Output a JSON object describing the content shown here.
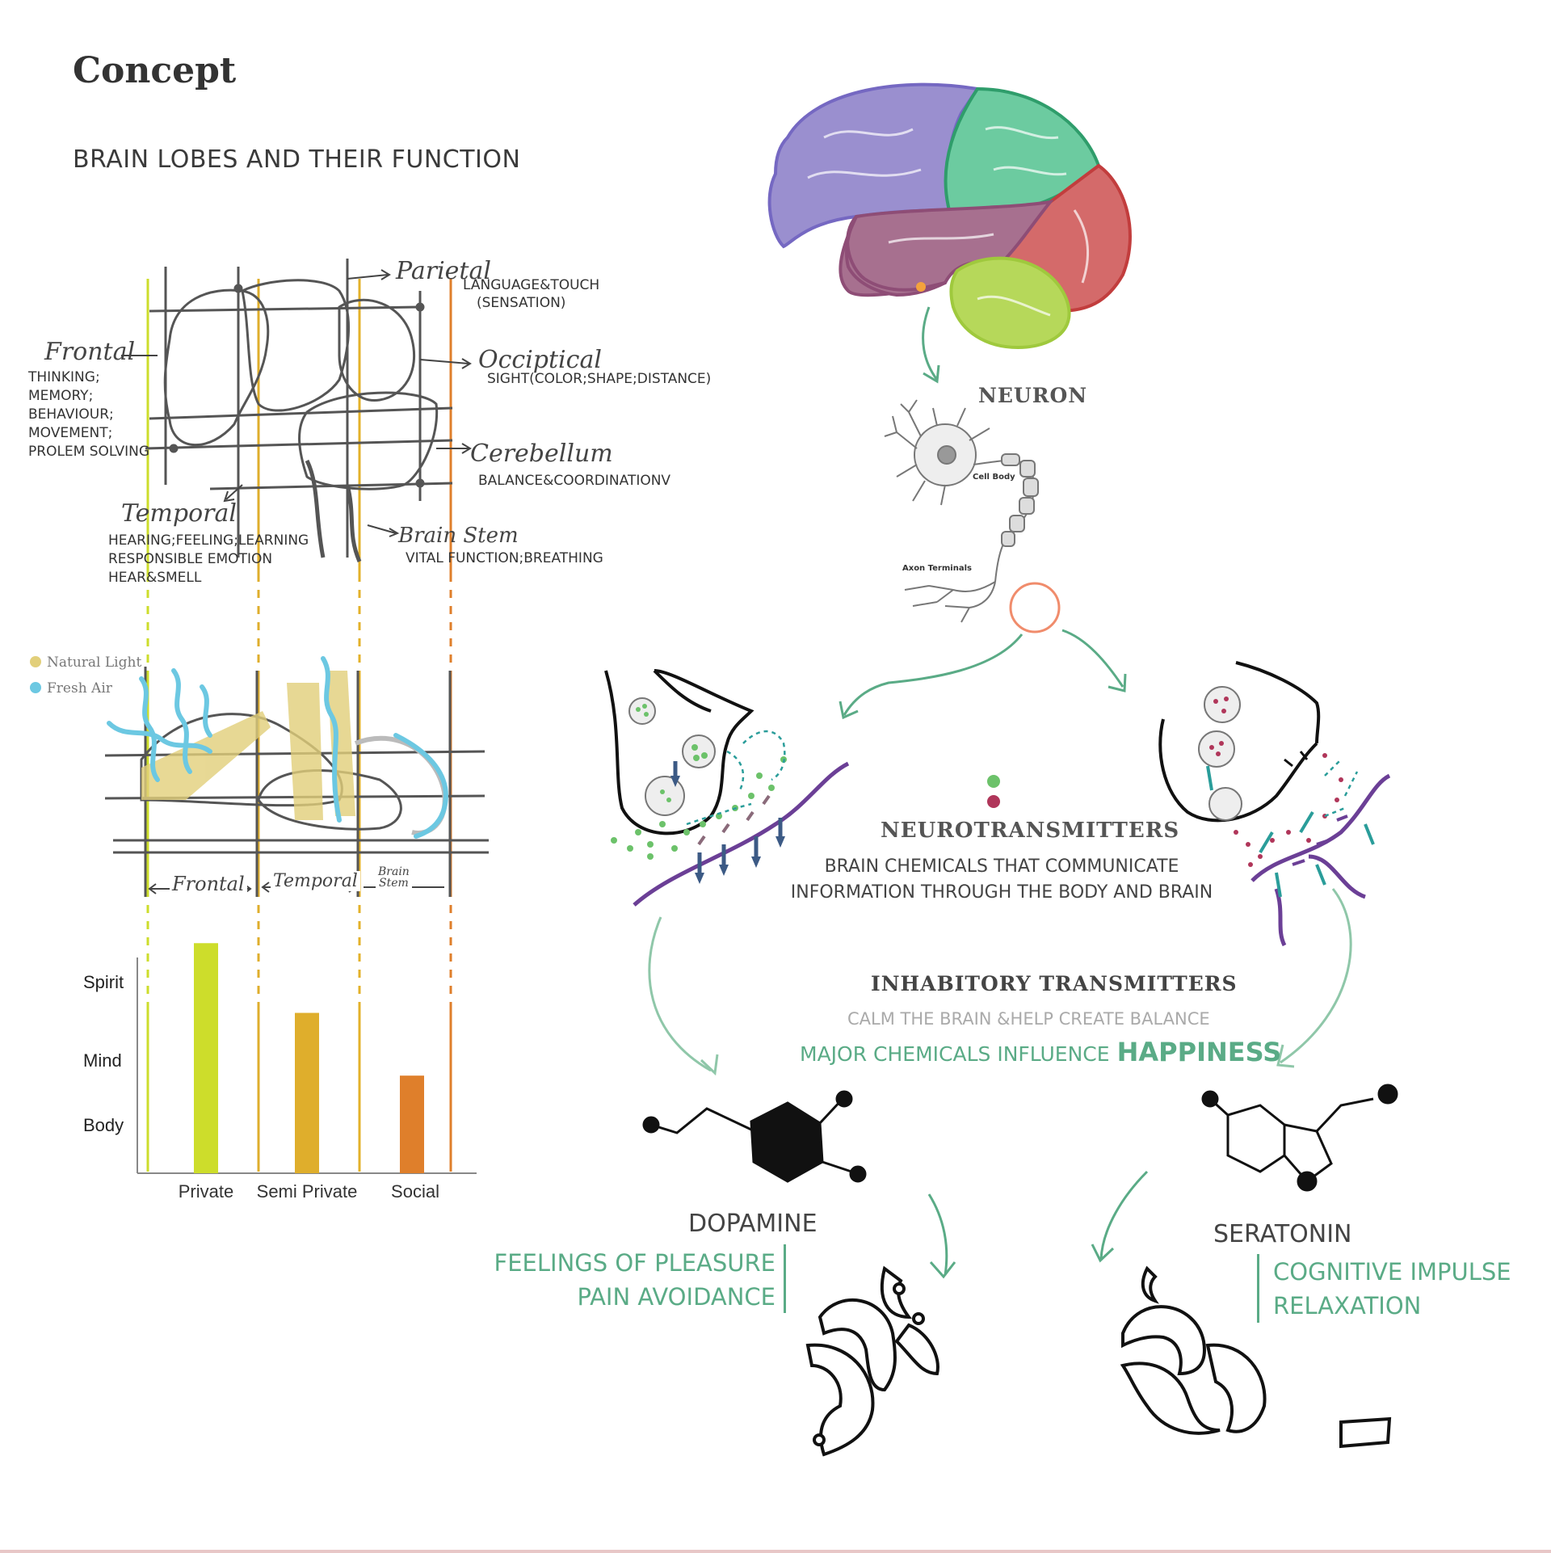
{
  "page": {
    "title": "Concept",
    "subtitle": "BRAIN LOBES AND THEIR FUNCTION"
  },
  "lobes": {
    "parietal": {
      "label": "Parietal",
      "desc_line1": "LANGUAGE&TOUCH",
      "desc_line2": "(SENSATION)"
    },
    "frontal": {
      "label": "Frontal",
      "desc": [
        "THINKING;",
        "MEMORY;",
        "BEHAVIOUR;",
        "MOVEMENT;",
        "PROLEM SOLVING"
      ]
    },
    "occipital": {
      "label": "Occiptical",
      "desc": "SIGHT(COLOR;SHAPE;DISTANCE)"
    },
    "cerebellum": {
      "label": "Cerebellum",
      "desc": "BALANCE&COORDINATIONV"
    },
    "temporal": {
      "label": "Temporal",
      "desc": [
        "HEARING;FEELING;LEARNING",
        "RESPONSIBLE EMOTION",
        "HEAR&SMELL"
      ]
    },
    "brainstem": {
      "label": "Brain Stem",
      "desc": "VITAL FUNCTION;BREATHING"
    }
  },
  "legend": {
    "natural_light": {
      "label": "Natural Light",
      "color": "#e2cf7a"
    },
    "fresh_air": {
      "label": "Fresh Air",
      "color": "#6cc8e2"
    }
  },
  "plan_labels": {
    "frontal": "Frontal",
    "temporal": "Temporal",
    "brainstem_line1": "Brain",
    "brainstem_line2": "Stem"
  },
  "chart_data": {
    "type": "bar",
    "categories": [
      "Private",
      "Semi Private",
      "Social"
    ],
    "y_levels": [
      "Body",
      "Mind",
      "Spirit"
    ],
    "values": [
      3.3,
      2.3,
      1.4
    ],
    "colors": [
      "#cddd2b",
      "#dfae2c",
      "#df7f2b"
    ],
    "ylim": [
      0,
      3.5
    ],
    "grid": false
  },
  "neuro": {
    "neuron_title": "NEURON",
    "cell_body": "Cell Body",
    "axon_terminals": "Axon Terminals",
    "nt_title": "NEUROTRANSMITTERS",
    "nt_desc_line1": "BRAIN CHEMICALS THAT COMMUNICATE",
    "nt_desc_line2": "INFORMATION THROUGH THE BODY AND BRAIN",
    "inh_title": "INHABITORY TRANSMITTERS",
    "inh_desc": "CALM THE BRAIN &HELP CREATE BALANCE",
    "major_text": "MAJOR CHEMICALS INFLUENCE",
    "happiness": "HAPPINESS",
    "dopamine": {
      "name": "DOPAMINE",
      "effect1": "FEELINGS OF  PLEASURE",
      "effect2": "PAIN AVOIDANCE"
    },
    "serotonin": {
      "name": "SERATONIN",
      "effect1": "COGNITIVE IMPULSE",
      "effect2": "RELAXATION"
    }
  },
  "colors": {
    "lobe_purple": "#9a8fcf",
    "lobe_green": "#6ccba0",
    "lobe_red": "#d46a6a",
    "lobe_mauve": "#a7708f",
    "lobe_lime": "#b6d85a",
    "accent_green": "#5aab86",
    "dot_green": "#6cc26a",
    "dot_red": "#b0365a"
  }
}
